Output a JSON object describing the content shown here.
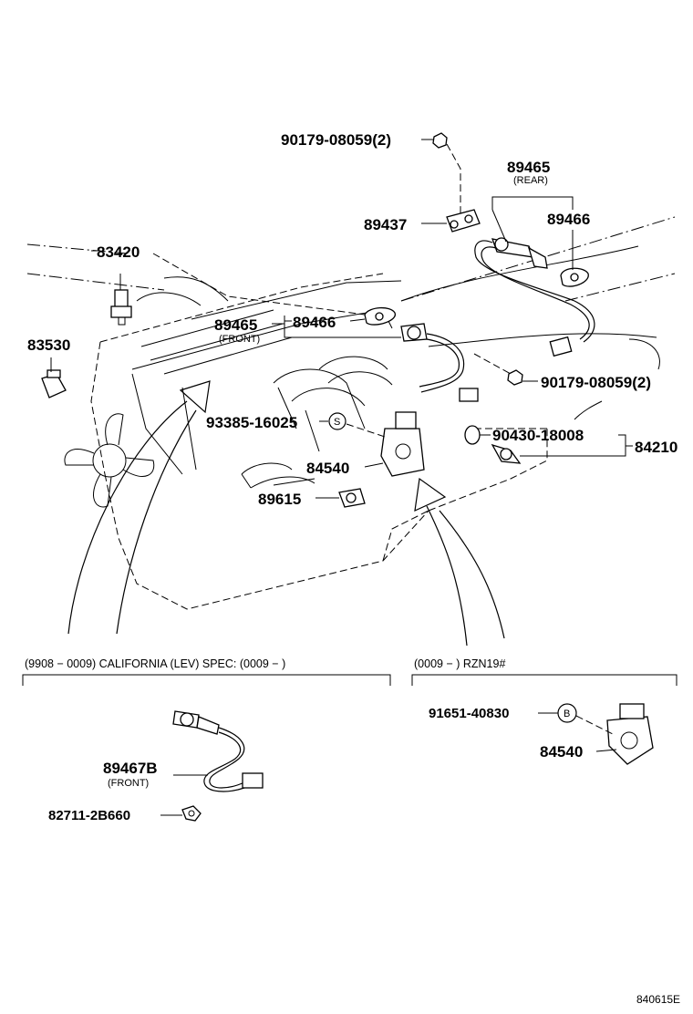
{
  "parts": {
    "p_90179_top": "90179-08059(2)",
    "p_89465_rear": "89465",
    "p_rear_note": "(REAR)",
    "p_89437": "89437",
    "p_89466_rear": "89466",
    "p_83420": "83420",
    "p_83530": "83530",
    "p_89465_front": "89465",
    "p_front_note": "(FRONT)",
    "p_89466_front": "89466",
    "p_90179_mid": "90179-08059(2)",
    "p_93385": "93385-16025",
    "p_s_mark": "S",
    "p_90430": "90430-18008",
    "p_84210": "84210",
    "p_84540_main": "84540",
    "p_89615": "89615",
    "p_89467b": "89467B",
    "p_front_note_2": "(FRONT)",
    "p_82711": "82711-2B660",
    "p_91651": "91651-40830",
    "p_b_mark": "B",
    "p_84540_alt": "84540"
  },
  "conditions": {
    "left_cond": "(9908 − 0009) CALIFORNIA (LEV) SPEC: (0009 −         )",
    "right_cond": "(0009 −         ) RZN19#"
  },
  "footer": {
    "diagram_code": "840615E"
  }
}
